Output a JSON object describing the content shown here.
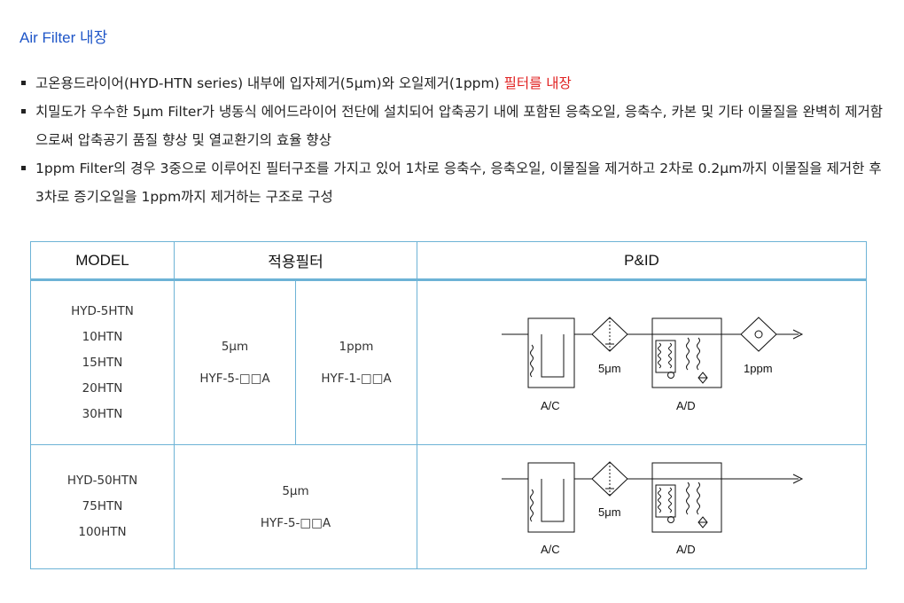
{
  "title": "Air Filter 내장",
  "bullets": [
    {
      "text": "고온용드라이어(HYD-HTN series) 내부에 입자제거(5μm)와 오일제거(1ppm) ",
      "highlight": "필터를 내장"
    },
    {
      "text": "치밀도가 우수한 5μm Filter가 냉동식 에어드라이어 전단에 설치되어 압축공기 내에 포함된 응축오일, 응축수, 카본 및 기타 이물질을 완벽히 제거함으로써 압축공기 품질 향상 및 열교환기의 효율 향상"
    },
    {
      "text": "1ppm Filter의 경우 3중으로 이루어진 필터구조를 가지고 있어 1차로 응축수, 응축오일, 이물질을 제거하고 2차로 0.2μm까지 이물질을 제거한 후 3차로 증기오일을 1ppm까지 제거하는 구조로 구성"
    }
  ],
  "table": {
    "headers": {
      "model": "MODEL",
      "filter": "적용필터",
      "pid": "P&ID"
    },
    "rows": [
      {
        "models": [
          "HYD-5HTN",
          "10HTN",
          "15HTN",
          "20HTN",
          "30HTN"
        ],
        "filters": [
          {
            "size": "5μm",
            "code": "HYF-5-□□A"
          },
          {
            "size": "1ppm",
            "code": "HYF-1-□□A"
          }
        ],
        "pid": {
          "label_5um": "5μm",
          "label_1ppm": "1ppm",
          "label_ac": "A/C",
          "label_ad": "A/D"
        }
      },
      {
        "models": [
          "HYD-50HTN",
          "75HTN",
          "100HTN"
        ],
        "filters": [
          {
            "size": "5μm",
            "code": "HYF-5-□□A"
          }
        ],
        "pid": {
          "label_5um": "5μm",
          "label_ac": "A/C",
          "label_ad": "A/D"
        }
      }
    ]
  }
}
